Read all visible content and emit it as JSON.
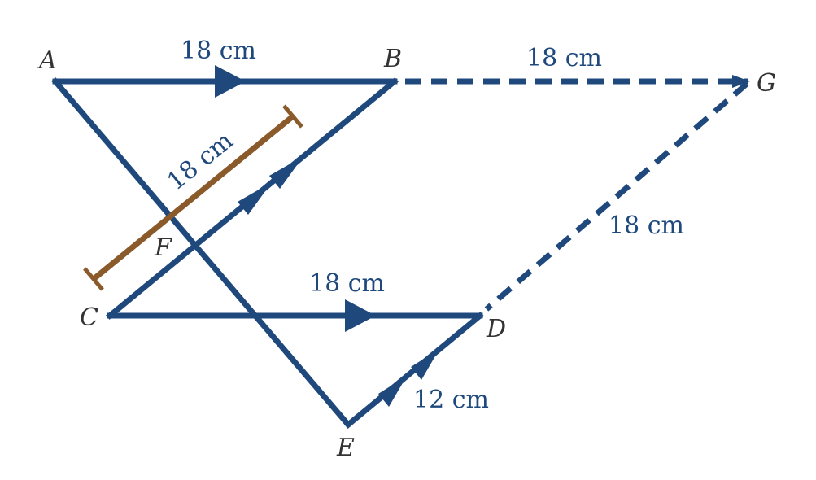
{
  "colors": {
    "primary": "#1f497d",
    "measure": "#8b5a2b",
    "label": "#333333"
  },
  "points": {
    "A": "A",
    "B": "B",
    "C": "C",
    "D": "D",
    "E": "E",
    "F": "F",
    "G": "G"
  },
  "lengths": {
    "AB": "18 cm",
    "BG": "18 cm",
    "GD": "18 cm",
    "CD": "18 cm",
    "ED": "12 cm",
    "measure_bar": "18 cm"
  }
}
